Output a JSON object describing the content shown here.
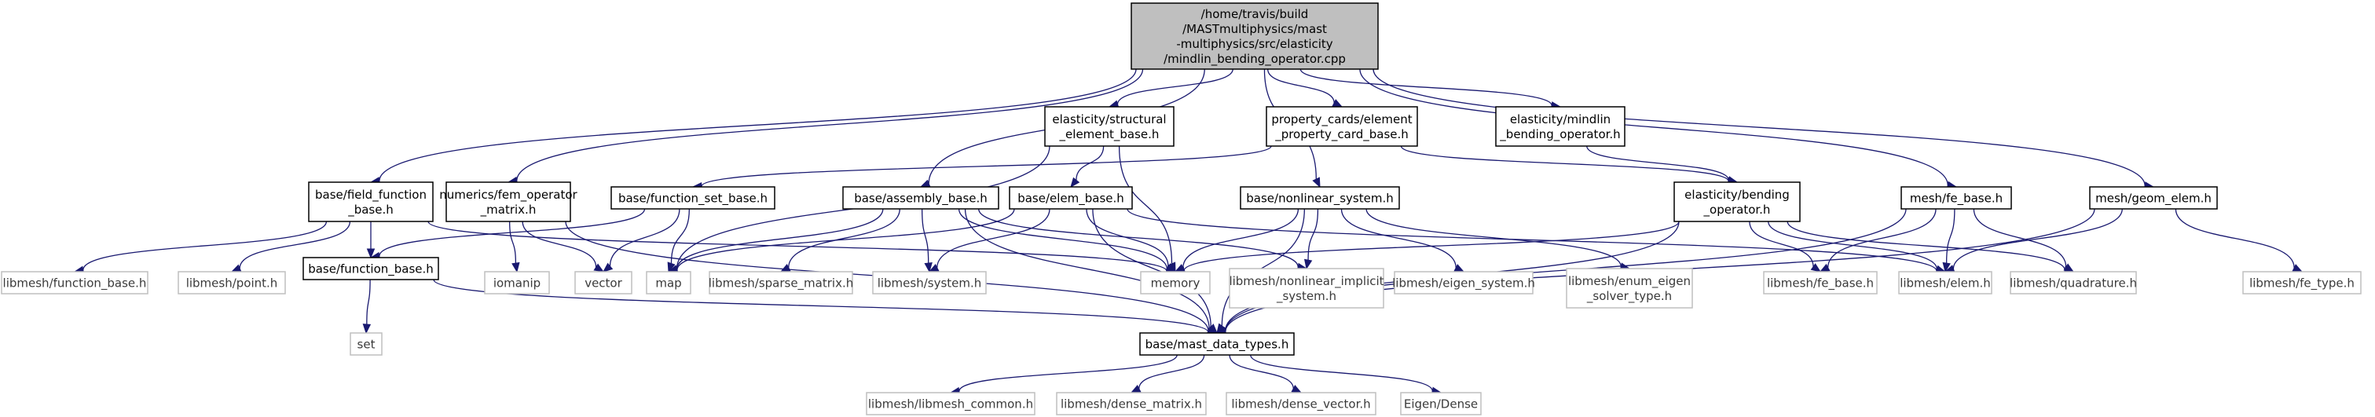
{
  "nodes": [
    {
      "id": "root",
      "kind": "root",
      "lines": [
        "/home/travis/build",
        "/MASTmultiphysics/mast",
        "-multiphysics/src/elasticity",
        "/mindlin_bending_operator.cpp"
      ]
    },
    {
      "id": "field_function_base",
      "kind": "local",
      "lines": [
        "base/field_function",
        "_base.h"
      ]
    },
    {
      "id": "fem_operator_matrix",
      "kind": "local",
      "lines": [
        "numerics/fem_operator",
        "_matrix.h"
      ]
    },
    {
      "id": "assembly_base",
      "kind": "local",
      "lines": [
        "base/assembly_base.h"
      ]
    },
    {
      "id": "structural_element_base",
      "kind": "local",
      "lines": [
        "elasticity/structural",
        "_element_base.h"
      ]
    },
    {
      "id": "nonlinear_system",
      "kind": "local",
      "lines": [
        "base/nonlinear_system.h"
      ]
    },
    {
      "id": "element_property_card_base",
      "kind": "local",
      "lines": [
        "property_cards/element",
        "_property_card_base.h"
      ]
    },
    {
      "id": "mindlin_bending_operator_h",
      "kind": "local",
      "lines": [
        "elasticity/mindlin",
        "_bending_operator.h"
      ]
    },
    {
      "id": "fe_base",
      "kind": "local",
      "lines": [
        "mesh/fe_base.h"
      ]
    },
    {
      "id": "geom_elem",
      "kind": "local",
      "lines": [
        "mesh/geom_elem.h"
      ]
    },
    {
      "id": "function_set_base",
      "kind": "local",
      "lines": [
        "base/function_set_base.h"
      ]
    },
    {
      "id": "elem_base",
      "kind": "local",
      "lines": [
        "base/elem_base.h"
      ]
    },
    {
      "id": "bending_operator",
      "kind": "local",
      "lines": [
        "elasticity/bending",
        "_operator.h"
      ]
    },
    {
      "id": "function_base",
      "kind": "local",
      "lines": [
        "base/function_base.h"
      ]
    },
    {
      "id": "mast_data_types",
      "kind": "local",
      "lines": [
        "base/mast_data_types.h"
      ]
    },
    {
      "id": "lm_function_base",
      "kind": "ext",
      "lines": [
        "libmesh/function_base.h"
      ]
    },
    {
      "id": "lm_point",
      "kind": "ext",
      "lines": [
        "libmesh/point.h"
      ]
    },
    {
      "id": "iomanip",
      "kind": "ext",
      "lines": [
        "iomanip"
      ]
    },
    {
      "id": "vector",
      "kind": "ext",
      "lines": [
        "vector"
      ]
    },
    {
      "id": "map",
      "kind": "ext",
      "lines": [
        "map"
      ]
    },
    {
      "id": "lm_sparse_matrix",
      "kind": "ext",
      "lines": [
        "libmesh/sparse_matrix.h"
      ]
    },
    {
      "id": "lm_system",
      "kind": "ext",
      "lines": [
        "libmesh/system.h"
      ]
    },
    {
      "id": "memory",
      "kind": "ext",
      "lines": [
        "memory"
      ]
    },
    {
      "id": "lm_nonlinear_implicit",
      "kind": "ext",
      "lines": [
        "libmesh/nonlinear_implicit",
        "_system.h"
      ]
    },
    {
      "id": "lm_eigen_system",
      "kind": "ext",
      "lines": [
        "libmesh/eigen_system.h"
      ]
    },
    {
      "id": "lm_enum_eigen",
      "kind": "ext",
      "lines": [
        "libmesh/enum_eigen",
        "_solver_type.h"
      ]
    },
    {
      "id": "lm_fe_base",
      "kind": "ext",
      "lines": [
        "libmesh/fe_base.h"
      ]
    },
    {
      "id": "lm_elem",
      "kind": "ext",
      "lines": [
        "libmesh/elem.h"
      ]
    },
    {
      "id": "lm_quadrature",
      "kind": "ext",
      "lines": [
        "libmesh/quadrature.h"
      ]
    },
    {
      "id": "lm_fe_type",
      "kind": "ext",
      "lines": [
        "libmesh/fe_type.h"
      ]
    },
    {
      "id": "set",
      "kind": "ext",
      "lines": [
        "set"
      ]
    },
    {
      "id": "lm_libmesh_common",
      "kind": "ext",
      "lines": [
        "libmesh/libmesh_common.h"
      ]
    },
    {
      "id": "lm_dense_matrix",
      "kind": "ext",
      "lines": [
        "libmesh/dense_matrix.h"
      ]
    },
    {
      "id": "lm_dense_vector",
      "kind": "ext",
      "lines": [
        "libmesh/dense_vector.h"
      ]
    },
    {
      "id": "eigen_dense",
      "kind": "ext",
      "lines": [
        "Eigen/Dense"
      ]
    }
  ],
  "edges": [
    [
      "root",
      "field_function_base"
    ],
    [
      "root",
      "fem_operator_matrix"
    ],
    [
      "root",
      "assembly_base"
    ],
    [
      "root",
      "structural_element_base"
    ],
    [
      "root",
      "nonlinear_system"
    ],
    [
      "root",
      "element_property_card_base"
    ],
    [
      "root",
      "mindlin_bending_operator_h"
    ],
    [
      "root",
      "fe_base"
    ],
    [
      "root",
      "geom_elem"
    ],
    [
      "field_function_base",
      "lm_function_base"
    ],
    [
      "field_function_base",
      "lm_point"
    ],
    [
      "field_function_base",
      "function_base"
    ],
    [
      "field_function_base",
      "memory"
    ],
    [
      "fem_operator_matrix",
      "iomanip"
    ],
    [
      "fem_operator_matrix",
      "vector"
    ],
    [
      "fem_operator_matrix",
      "mast_data_types"
    ],
    [
      "assembly_base",
      "map"
    ],
    [
      "assembly_base",
      "lm_sparse_matrix"
    ],
    [
      "assembly_base",
      "lm_system"
    ],
    [
      "assembly_base",
      "memory"
    ],
    [
      "assembly_base",
      "lm_nonlinear_implicit"
    ],
    [
      "assembly_base",
      "mast_data_types"
    ],
    [
      "structural_element_base",
      "elem_base"
    ],
    [
      "structural_element_base",
      "map"
    ],
    [
      "structural_element_base",
      "memory"
    ],
    [
      "nonlinear_system",
      "memory"
    ],
    [
      "nonlinear_system",
      "lm_nonlinear_implicit"
    ],
    [
      "nonlinear_system",
      "lm_eigen_system"
    ],
    [
      "nonlinear_system",
      "lm_enum_eigen"
    ],
    [
      "nonlinear_system",
      "mast_data_types"
    ],
    [
      "element_property_card_base",
      "function_set_base"
    ],
    [
      "element_property_card_base",
      "bending_operator"
    ],
    [
      "mindlin_bending_operator_h",
      "bending_operator"
    ],
    [
      "fe_base",
      "lm_fe_base"
    ],
    [
      "fe_base",
      "lm_elem"
    ],
    [
      "fe_base",
      "lm_quadrature"
    ],
    [
      "fe_base",
      "mast_data_types"
    ],
    [
      "geom_elem",
      "lm_elem"
    ],
    [
      "geom_elem",
      "lm_fe_type"
    ],
    [
      "geom_elem",
      "mast_data_types"
    ],
    [
      "function_set_base",
      "function_base"
    ],
    [
      "function_set_base",
      "vector"
    ],
    [
      "function_set_base",
      "map"
    ],
    [
      "elem_base",
      "map"
    ],
    [
      "elem_base",
      "memory"
    ],
    [
      "elem_base",
      "lm_system"
    ],
    [
      "elem_base",
      "lm_elem"
    ],
    [
      "elem_base",
      "mast_data_types"
    ],
    [
      "bending_operator",
      "memory"
    ],
    [
      "bending_operator",
      "lm_fe_base"
    ],
    [
      "bending_operator",
      "lm_elem"
    ],
    [
      "bending_operator",
      "lm_quadrature"
    ],
    [
      "bending_operator",
      "mast_data_types"
    ],
    [
      "function_base",
      "set"
    ],
    [
      "function_base",
      "mast_data_types"
    ],
    [
      "mast_data_types",
      "lm_libmesh_common"
    ],
    [
      "mast_data_types",
      "lm_dense_matrix"
    ],
    [
      "mast_data_types",
      "lm_dense_vector"
    ],
    [
      "mast_data_types",
      "eigen_dense"
    ]
  ]
}
